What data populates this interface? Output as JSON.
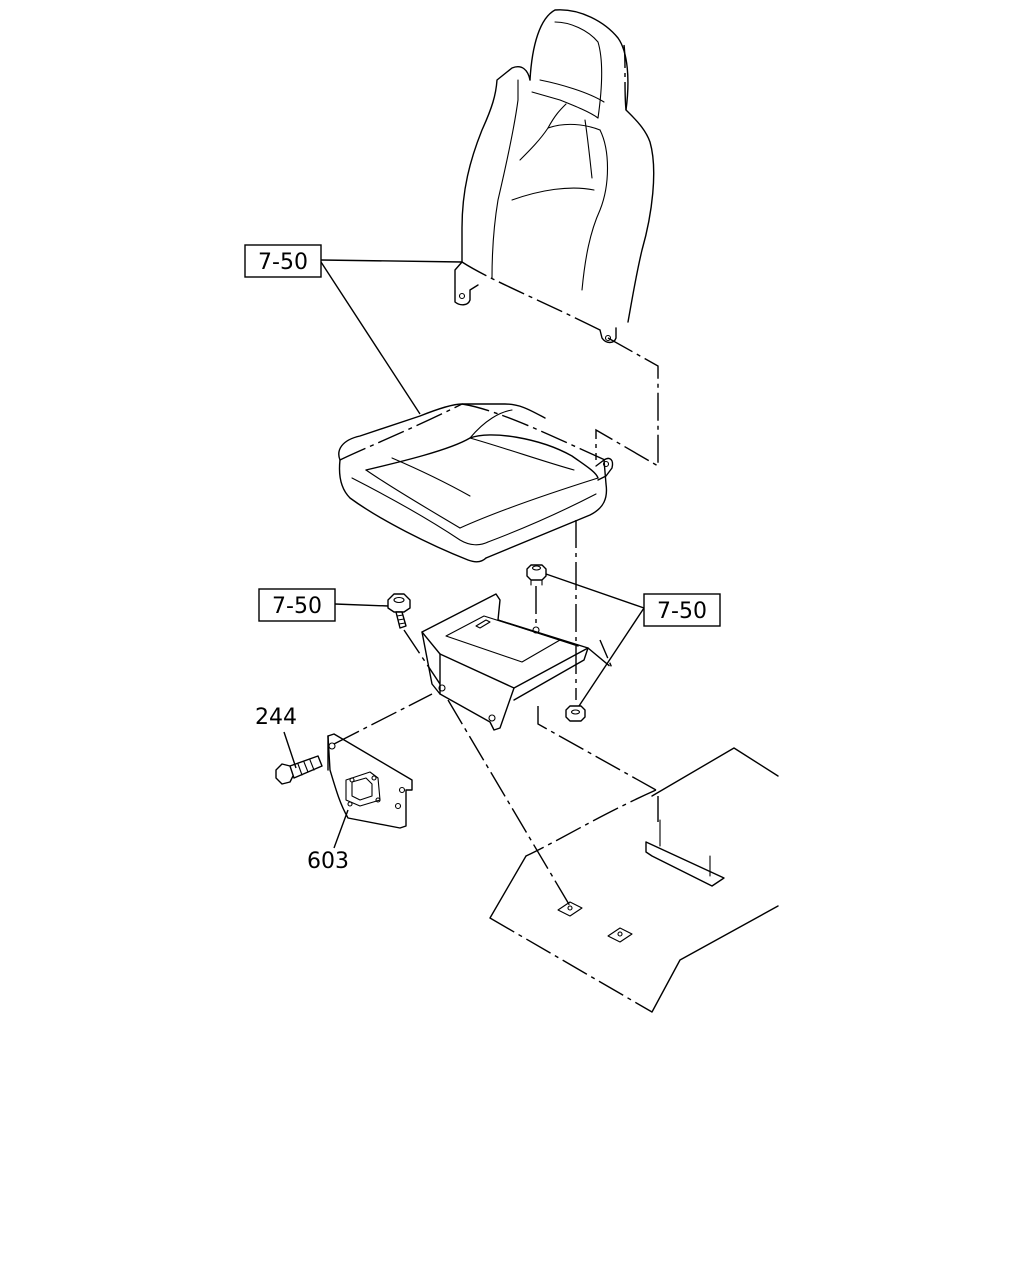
{
  "callouts": {
    "ref_seatback": "7-50",
    "ref_bolt_left": "7-50",
    "ref_nuts_right": "7-50",
    "part_bolt": "244",
    "part_bracket": "603"
  }
}
